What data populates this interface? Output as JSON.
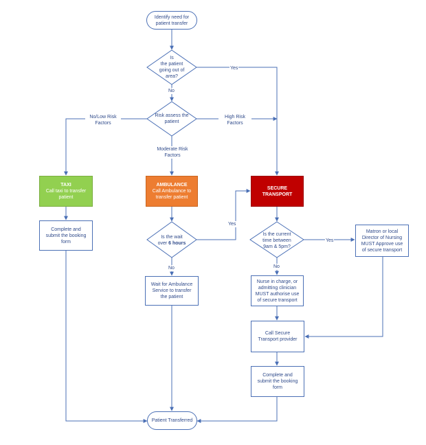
{
  "colors": {
    "stroke": "#4a6fb5",
    "text": "#2f4a8a",
    "taxi_fill": "#92d050",
    "ambulance_fill": "#ed7d31",
    "secure_fill": "#c00000"
  },
  "nodes": {
    "start": [
      "Identify need for",
      "patient transfer"
    ],
    "q_out_of_area": [
      "Is",
      "the patient",
      "going out of",
      "area?"
    ],
    "q_risk": [
      "Risk assess  the",
      "patient"
    ],
    "taxi": {
      "title": "TAXI",
      "text": [
        "Call taxi to transfer",
        "patient"
      ]
    },
    "ambulance": {
      "title": "AMBULANCE",
      "text": [
        "Call Ambulance to",
        "transfer patient"
      ]
    },
    "secure": {
      "title": "SECURE",
      "text": [
        "TRANSPORT"
      ]
    },
    "taxi_form": [
      "Complete  and",
      "submit the booking",
      "form"
    ],
    "q_wait_pre": "Is the wait",
    "q_wait_mid": "over ",
    "q_wait_bold": "6 hours",
    "q_time": [
      "Is the current",
      "time between",
      "9am & 5pm?"
    ],
    "matron": [
      "Matron or local",
      "Director of Nursing",
      "MUST Approve use",
      "of secure transport"
    ],
    "wait_ambulance": [
      "Wait for Ambulance",
      "Service to transfer",
      "the patient"
    ],
    "nurse": [
      "Nurse in charge, or",
      "admitting   clinician",
      "MUST authorise use",
      "of secure transport"
    ],
    "call_secure": [
      "Call Secure",
      "Transport provider"
    ],
    "secure_form": [
      "Complete  and",
      "submit the booking",
      "form"
    ],
    "end": [
      "Patient Transferred"
    ]
  },
  "labels": {
    "yes_out_of_area": "Yes",
    "no_out_of_area": "No",
    "low_risk": [
      "No/Low Risk",
      "Factors"
    ],
    "high_risk": [
      "High Risk",
      "Factors"
    ],
    "moderate_risk": [
      "Moderate Risk",
      "Factors"
    ],
    "yes_wait": "Yes",
    "no_wait": "No",
    "yes_time": "Yes",
    "no_time": "No"
  }
}
